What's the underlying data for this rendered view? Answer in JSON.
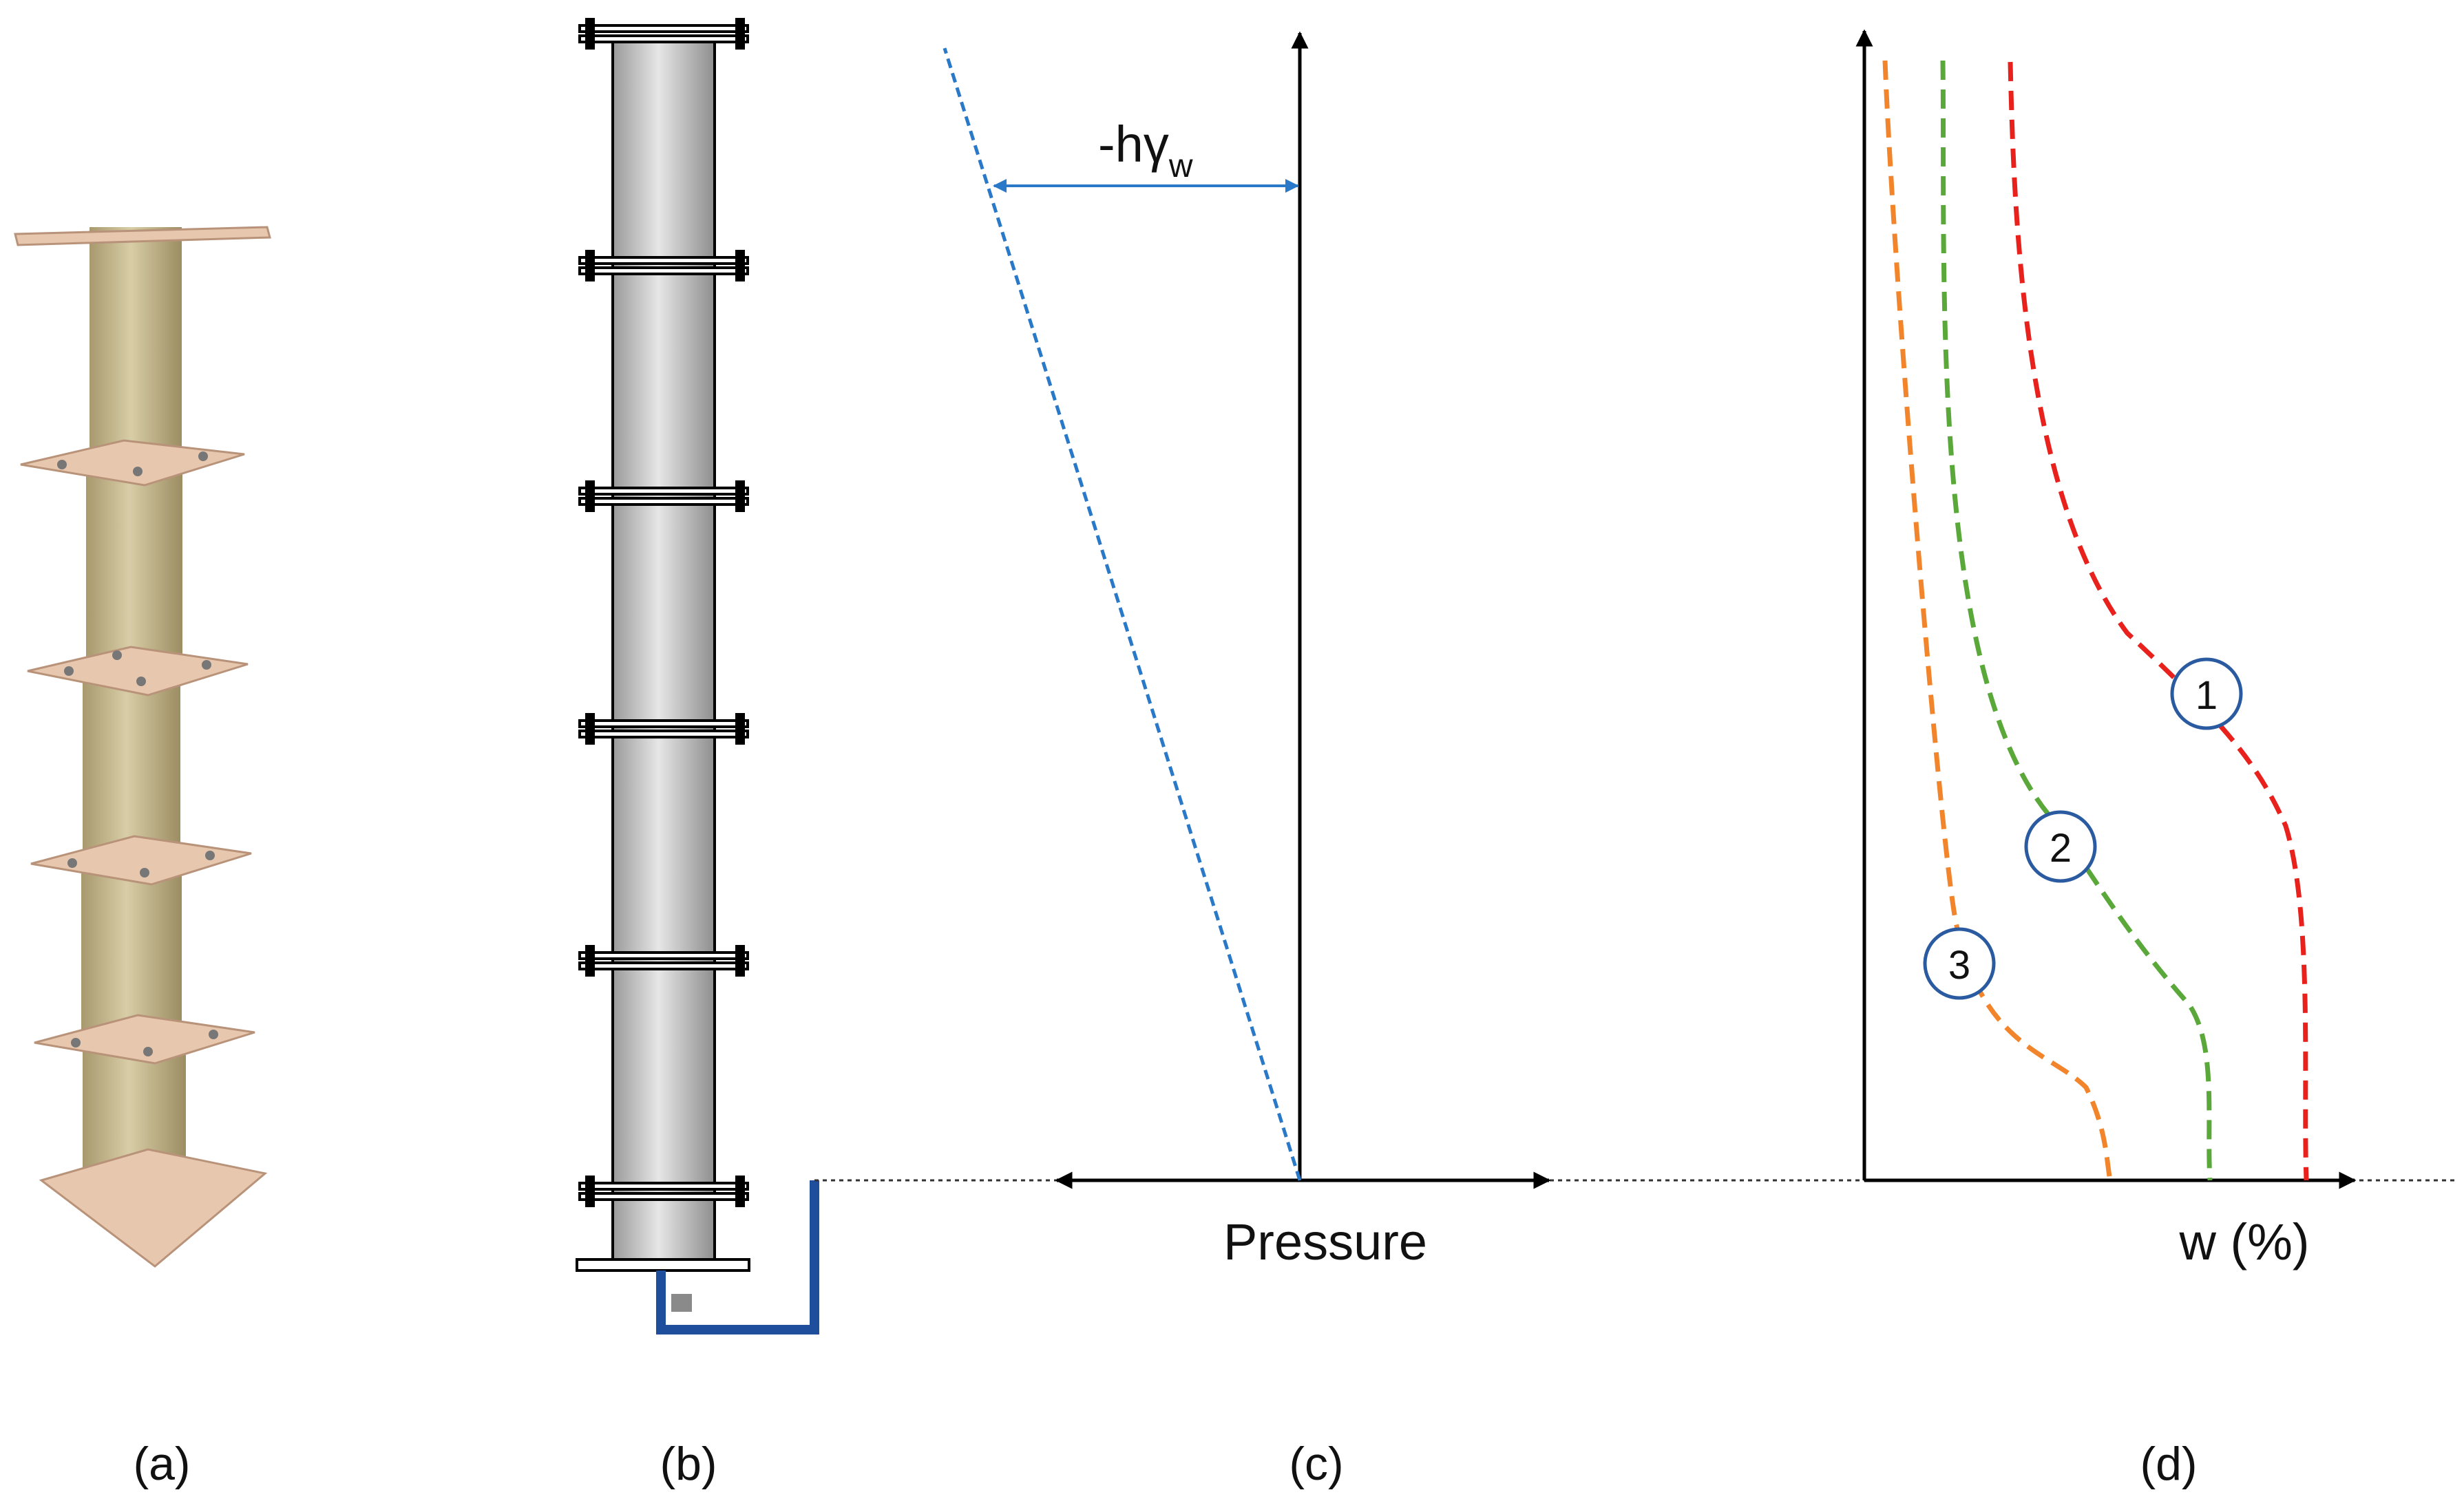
{
  "panels": {
    "a": {
      "caption": "(a)"
    },
    "b": {
      "caption": "(b)"
    },
    "c": {
      "caption": "(c)",
      "x_axis_label": "Pressure",
      "annotation": {
        "prefix": "-h",
        "gamma": "γ",
        "subscript": "w"
      }
    },
    "d": {
      "caption": "(d)",
      "x_axis_label": "w (%)",
      "curves": [
        {
          "id": "1",
          "color": "#e8211d"
        },
        {
          "id": "2",
          "color": "#5aa83a"
        },
        {
          "id": "3",
          "color": "#f2852b"
        }
      ]
    }
  },
  "colors": {
    "suction_line": "#2a78c8",
    "annotation_arrow": "#2a78c8",
    "manometer": "#1f4e9c",
    "marker_circle": "#2a5aa0",
    "column_fill": "#c8c8c8",
    "photo_tube": "#c9bc93",
    "photo_plate": "#e7c7ad"
  }
}
